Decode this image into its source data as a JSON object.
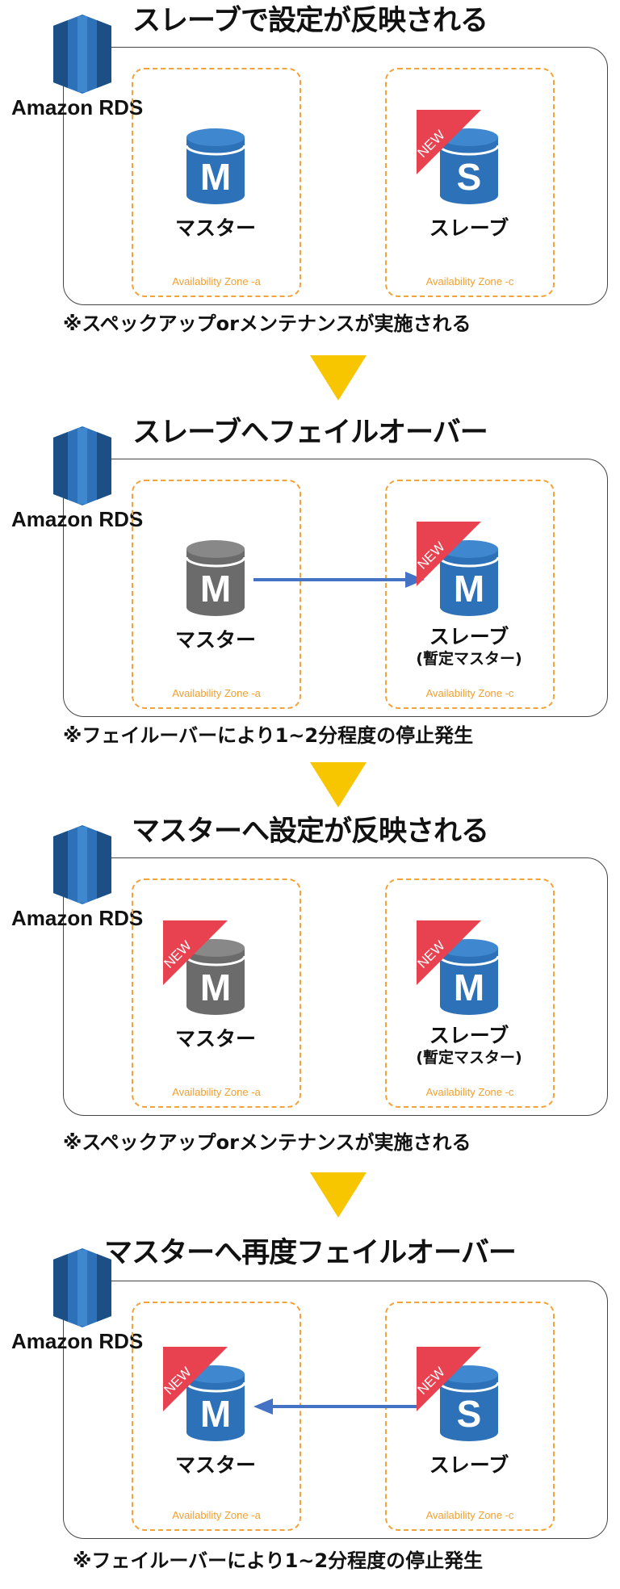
{
  "colors": {
    "db_blue": "#2d72b8",
    "db_blue_dark": "#1f4e82",
    "db_gray": "#6b6b6b",
    "db_gray_dark": "#4a4a4a",
    "zone_orange": "#f0a030",
    "arrow_yellow": "#f7c600",
    "flow_arrow": "#4472c4",
    "new_red": "#e8414f"
  },
  "labels": {
    "rds": "Amazon RDS",
    "zone_a": "Availability Zone -a",
    "zone_c": "Availability Zone -c",
    "master": "マスター",
    "slave": "スレーブ",
    "temp_master": "(暫定マスター)",
    "new": "NEW",
    "letter_m": "M",
    "letter_s": "S"
  },
  "steps": [
    {
      "title": "スレーブで設定が反映される",
      "note": "※スペックアップorメンテナンスが実施される"
    },
    {
      "title": "スレーブへフェイルオーバー",
      "note": "※フェイルーバーにより1~2分程度の停止発生"
    },
    {
      "title": "マスターへ設定が反映される",
      "note": "※スペックアップorメンテナンスが実施される"
    },
    {
      "title": "マスターへ再度フェイルオーバー",
      "note": "※フェイルーバーにより1~2分程度の停止発生"
    }
  ]
}
